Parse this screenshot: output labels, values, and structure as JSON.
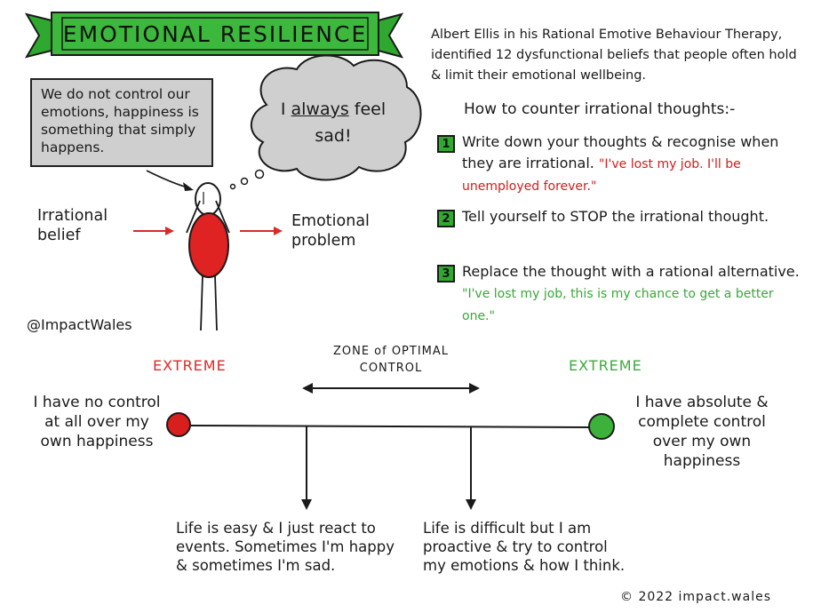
{
  "title": "EMOTIONAL RESILIENCE",
  "note": "We do not control our emotions, happiness is something that simply happens.",
  "bubble": {
    "pre": "I ",
    "emph": "always",
    "post": " feel sad!"
  },
  "flow": {
    "left": "Irrational belief",
    "right": "Emotional problem"
  },
  "handle": "@ImpactWales",
  "intro": "Albert Ellis in his Rational Emotive Behaviour Therapy, identified 12 dysfunctional beliefs that people often hold & limit their emotional wellbeing.",
  "how_heading": "How to counter irrational thoughts:-",
  "steps": [
    {
      "num": "1",
      "text": "Write down your thoughts & recognise when they are irrational.",
      "quote": "\"I've lost my job. I'll be unemployed forever.\""
    },
    {
      "num": "2",
      "text": "Tell yourself to STOP the irrational thought.",
      "quote": ""
    },
    {
      "num": "3",
      "text": "Replace the thought with a rational alternative.",
      "quote": "\"I've lost my job, this is my chance to get a better one.\""
    }
  ],
  "scale": {
    "zone_label": "ZONE of OPTIMAL CONTROL",
    "left_extreme": "EXTREME",
    "right_extreme": "EXTREME",
    "left_text": "I have no control at all over my own happiness",
    "right_text": "I have absolute & complete control over my own happiness",
    "bottom_left": "Life is easy & I just react to events. Sometimes I'm happy & sometimes I'm sad.",
    "bottom_right": "Life is difficult but I am proactive & try to control my emotions & how I think.",
    "colors": {
      "left_dot": "#d91e1e",
      "right_dot": "#3db23a"
    }
  },
  "copyright": "© 2022  impact.wales"
}
